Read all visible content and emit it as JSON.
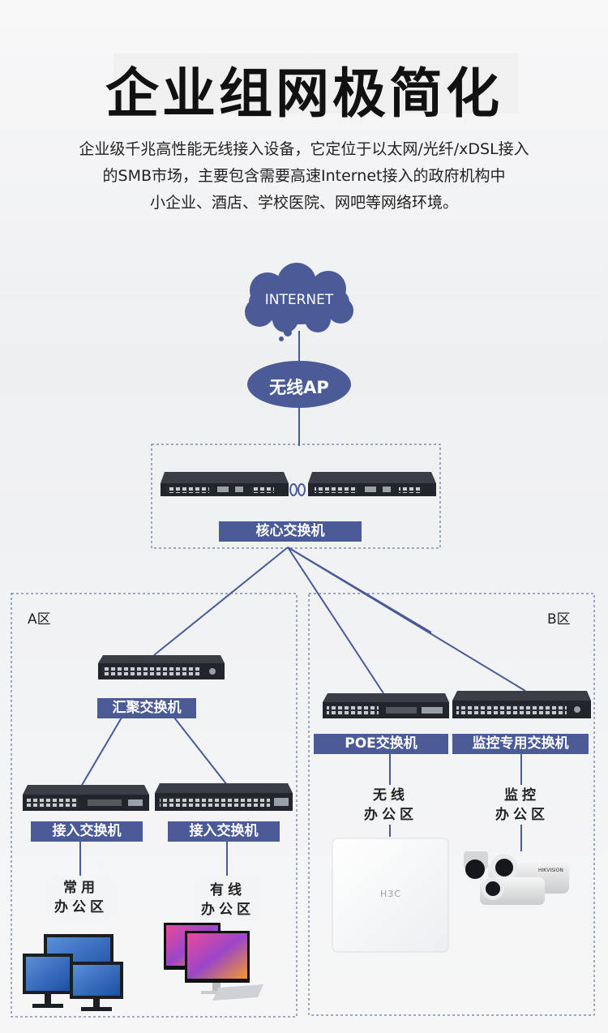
{
  "header": {
    "title": "企业组网极简化",
    "description_lines": [
      "企业级千兆高性能无线接入设备，它定位于以太网/光纤/xDSL接入",
      "的SMB市场，主要包含需要高速Internet接入的政府机构中",
      "小企业、酒店、学校医院、网吧等网络环境。"
    ]
  },
  "nodes": {
    "internet": "INTERNET",
    "wireless_ap": "无线AP",
    "core_switch": "核心交换机",
    "aggregation_switch": "汇聚交换机",
    "access_switch_1": "接入交换机",
    "access_switch_2": "接入交换机",
    "poe_switch": "POE交换机",
    "monitor_switch": "监控专用交换机"
  },
  "zones": {
    "a": "A区",
    "b": "B区"
  },
  "offices": {
    "common": [
      "常用",
      "办公区"
    ],
    "wired": [
      "有线",
      "办公区"
    ],
    "wireless": [
      "无线",
      "办公区"
    ],
    "monitor": [
      "监控",
      "办公区"
    ]
  },
  "device_brands": {
    "ap": "H3C",
    "camera": "HIKVISION"
  },
  "colors": {
    "accent": "#4b5b98",
    "line": "#4a5a96",
    "switch_body": "#2a2d33"
  }
}
